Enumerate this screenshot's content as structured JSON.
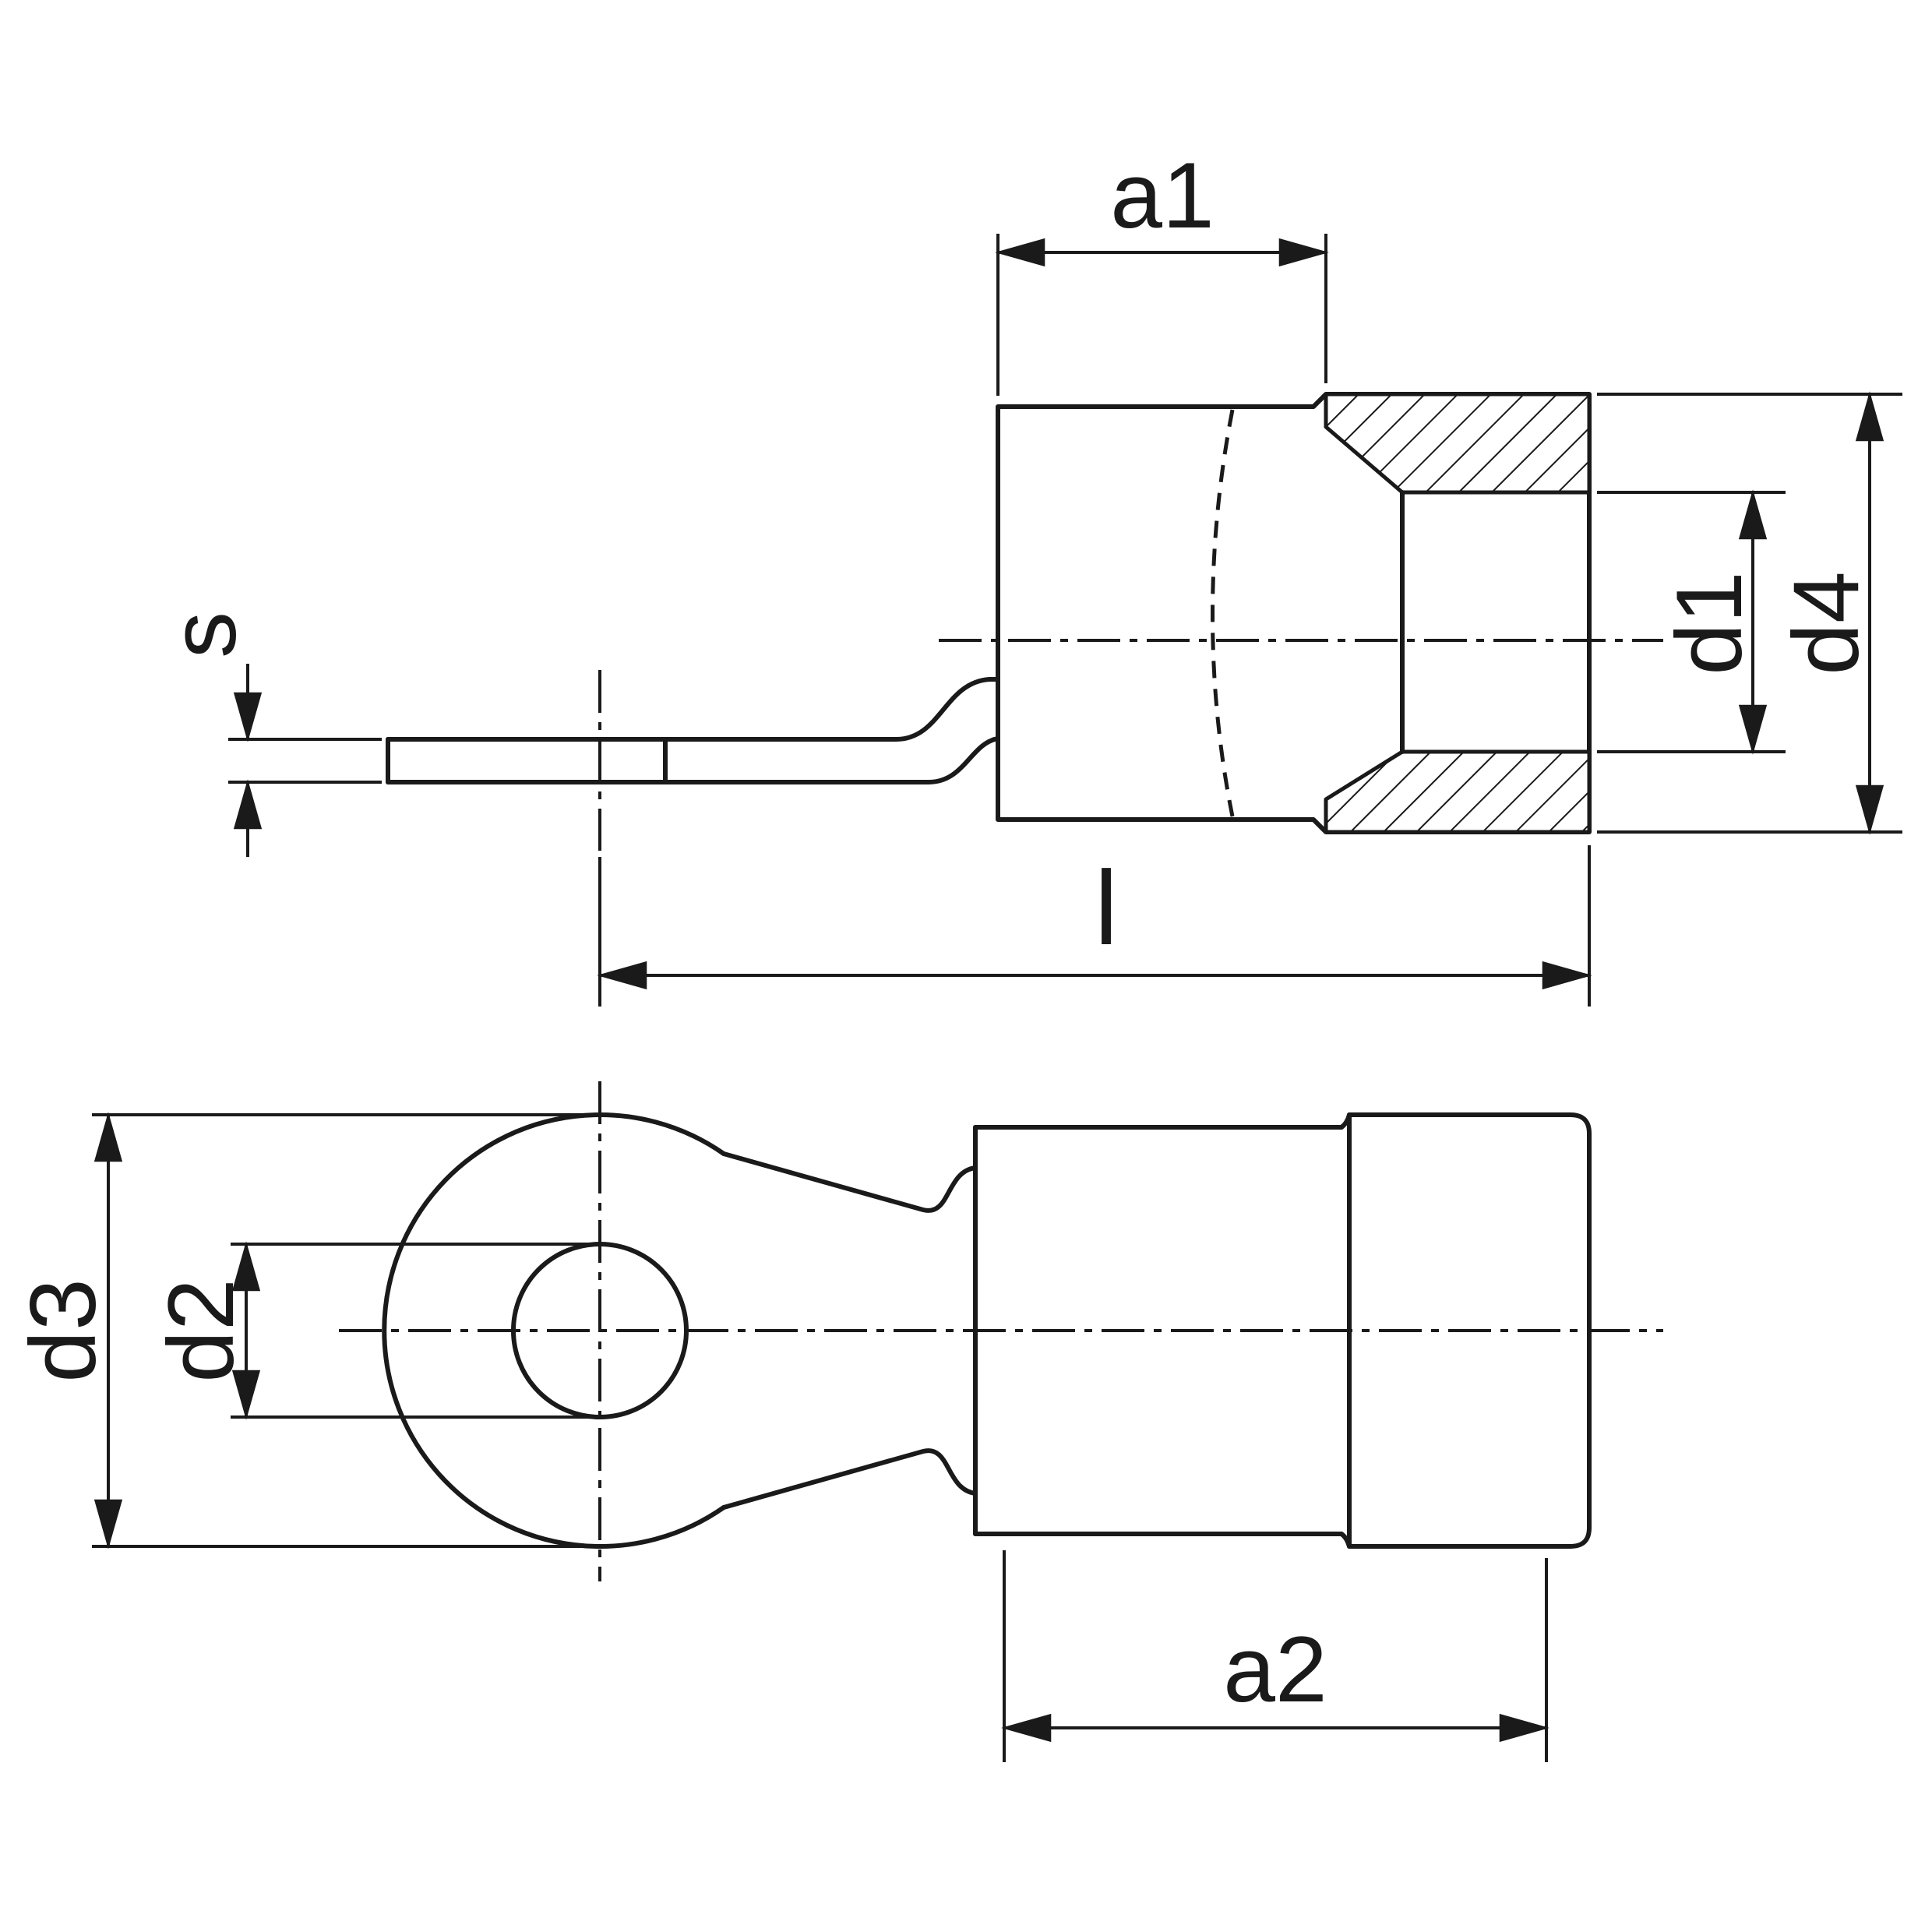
{
  "labels": {
    "a1": "a1",
    "s": "s",
    "d1": "d1",
    "d4": "d4",
    "l": "l",
    "d3": "d3",
    "d2": "d2",
    "a2": "a2"
  },
  "colors": {
    "line": "#1a1a1a",
    "background": "#ffffff"
  }
}
